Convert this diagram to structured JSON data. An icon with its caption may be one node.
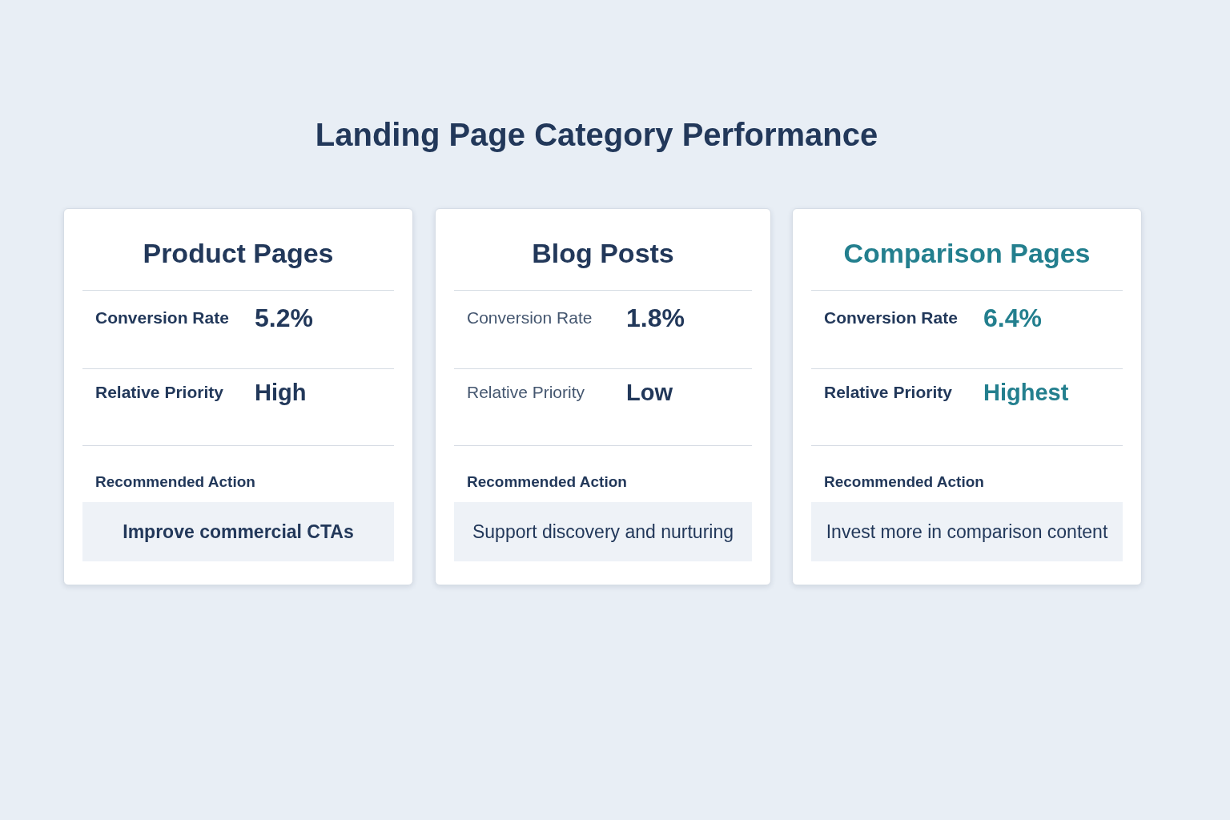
{
  "diagram": {
    "title": "Landing Page Category Performance",
    "nodes": [
      {
        "text": [
          "Product Pages",
          "Conversion Rate",
          "5.2%",
          "Relative Priority",
          "High",
          "Recommended Action"
        ]
      },
      {
        "text": [
          "Improve commercial CTAs"
        ],
        "in": 0
      },
      {
        "text": [
          "Blog Posts",
          "Conversion Rate",
          "1.8%",
          "Relative Priority",
          "Low",
          "Recommended Action"
        ]
      },
      {
        "text": [
          "Support discovery and nurturing"
        ],
        "in": 2
      },
      {
        "text": [
          "Comparison Pages",
          "Conversion Rate",
          "6.4%",
          "Relative Priority",
          "Highest",
          "Recommended Action"
        ]
      },
      {
        "text": [
          "Invest more in comparison content"
        ],
        "in": 4
      }
    ]
  }
}
